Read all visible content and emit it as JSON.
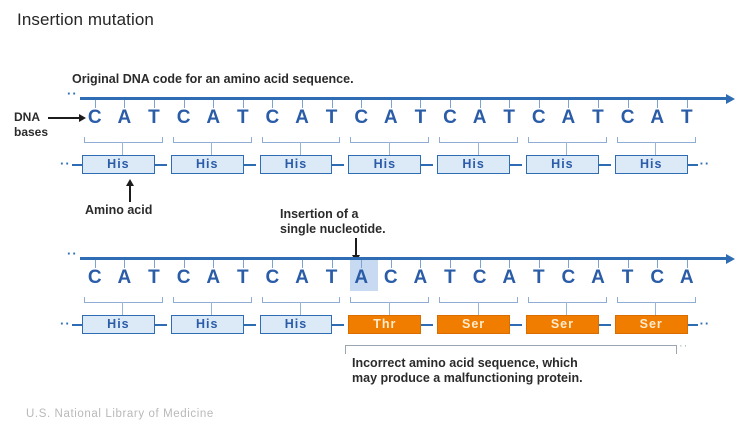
{
  "title": "Insertion mutation",
  "attribution": "U.S. National Library of Medicine",
  "labels": {
    "dna_bases": "DNA\nbases",
    "amino_acid": "Amino acid",
    "original_caption": "Original DNA code for an amino acid sequence.",
    "insertion_caption": "Insertion of a\nsingle nucleotide.",
    "incorrect_caption": "Incorrect amino acid sequence, which\nmay produce a malfunctioning protein.",
    "ellipsis": "··",
    "ellipsis_right": "··"
  },
  "colors": {
    "dna_blue": "#2a5ca8",
    "axis_blue": "#2e6db4",
    "his_fill": "#dce9f7",
    "mutant_orange": "#f07c00",
    "mutant_text": "#ffeccc",
    "insert_highlight": "#c7daf1",
    "tick_blue": "#7ba2d0",
    "text_dark": "#2b2b2b",
    "attribution_gray": "#b9b9b9"
  },
  "strands": {
    "original": {
      "name": "original-dna-strand",
      "bases": [
        "C",
        "A",
        "T",
        "C",
        "A",
        "T",
        "C",
        "A",
        "T",
        "C",
        "A",
        "T",
        "C",
        "A",
        "T",
        "C",
        "A",
        "T",
        "C",
        "A",
        "T"
      ],
      "inserted_index": null,
      "amino_acids": [
        {
          "label": "His",
          "mutant": false
        },
        {
          "label": "His",
          "mutant": false
        },
        {
          "label": "His",
          "mutant": false
        },
        {
          "label": "His",
          "mutant": false
        },
        {
          "label": "His",
          "mutant": false
        },
        {
          "label": "His",
          "mutant": false
        },
        {
          "label": "His",
          "mutant": false
        }
      ]
    },
    "mutated": {
      "name": "mutated-dna-strand",
      "bases": [
        "C",
        "A",
        "T",
        "C",
        "A",
        "T",
        "C",
        "A",
        "T",
        "A",
        "C",
        "A",
        "T",
        "C",
        "A",
        "T",
        "C",
        "A",
        "T",
        "C",
        "A"
      ],
      "inserted_index": 9,
      "amino_acids": [
        {
          "label": "His",
          "mutant": false
        },
        {
          "label": "His",
          "mutant": false
        },
        {
          "label": "His",
          "mutant": false
        },
        {
          "label": "Thr",
          "mutant": true
        },
        {
          "label": "Ser",
          "mutant": true
        },
        {
          "label": "Ser",
          "mutant": true
        },
        {
          "label": "Ser",
          "mutant": true
        }
      ]
    }
  }
}
